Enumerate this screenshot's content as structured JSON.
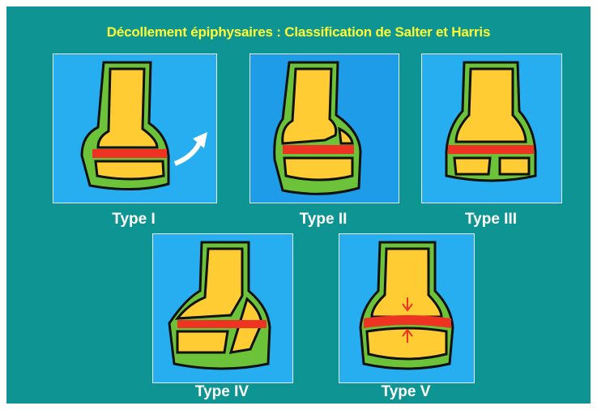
{
  "title": "Décollement épiphysaires : Classification de Salter et Harris",
  "colors": {
    "background": "#0e9493",
    "title": "#ffff33",
    "panel_bg": "#26aef0",
    "bone": "#ffcc33",
    "cortex": "#6cc33a",
    "outline": "#111111",
    "physis": "#ee3322",
    "arrow": "#ffffff",
    "compression_arrow": "#ee3322"
  },
  "panels": [
    {
      "label": "Type I"
    },
    {
      "label": "Type II"
    },
    {
      "label": "Type III"
    },
    {
      "label": "Type IV"
    },
    {
      "label": "Type V"
    }
  ]
}
